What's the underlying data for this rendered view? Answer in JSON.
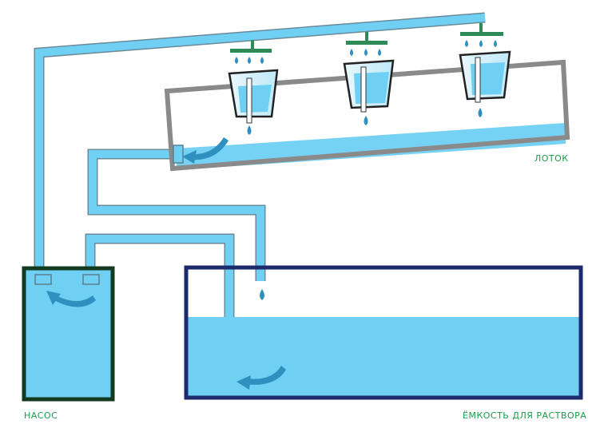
{
  "labels": {
    "tray": "ЛОТОК",
    "pump": "НАСОС",
    "tank": "ЁМКОСТЬ ДЛЯ РАСТВОРА"
  },
  "colors": {
    "water": "#6fd0f3",
    "pipe_outline": "#6a8a99",
    "tray_frame": "#8a8a8a",
    "pump_frame": "#143a1f",
    "tank_frame": "#1e2a6e",
    "sprinkler": "#2e8b57",
    "label_green": "#1a9c4a",
    "flow_arrow": "#2f8fbf"
  },
  "icons": [
    "flow-arrow-icon",
    "water-drop-icon",
    "sprinkler-icon",
    "plant-pot-icon"
  ]
}
